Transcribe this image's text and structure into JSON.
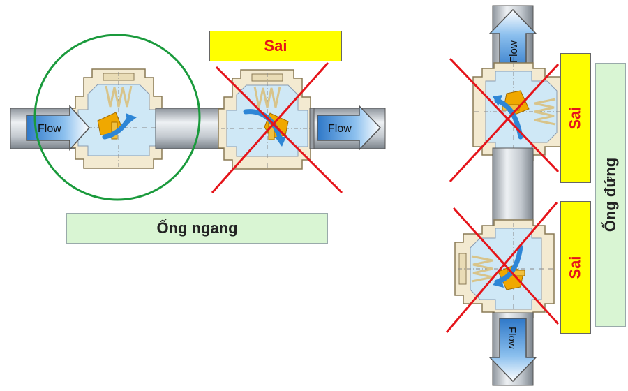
{
  "labels": {
    "flow": "Flow",
    "wrong": "Sai",
    "horizontal_pipe": "Ống ngang",
    "vertical_pipe": "Ống đứng"
  },
  "colors": {
    "wrong_box": "#ffff00",
    "wrong_text": "#e5141a",
    "caption_box": "#d9f5d3",
    "correct_circle": "#1a9a3c",
    "cross": "#e5141a",
    "flow_arrow": "#2e86d6",
    "valve_body": "#f3ead1",
    "valve_inner": "#cfe8f6",
    "pipe": "#c9ced4",
    "disc": "#f0a800"
  },
  "icons": [
    "check-valve-icon",
    "flow-arrow-icon",
    "cross-mark-icon",
    "correct-circle-icon"
  ]
}
